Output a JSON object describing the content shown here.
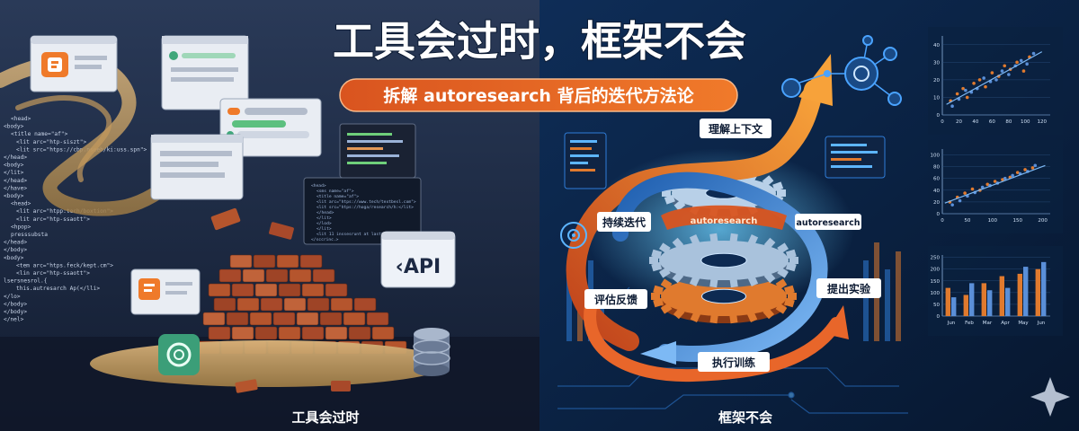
{
  "title": "工具会过时，框架不会",
  "subtitle": "拆解 autoresearch 背后的迭代方法论",
  "left_caption": "工具会过时",
  "right_caption": "框架不会",
  "api_badge": "API",
  "code_left": [
    "<head>",
    "<body>",
    "<title name=\"af\">",
    "<lit arc=\"htp-siszt\">",
    "<lit src=\"htps://cbp.nseeb/ki:uss.spn\">",
    "</head>",
    "<body>",
    "</lit>",
    "</head>",
    "</have>",
    "<body>",
    "<head>",
    "<lit arc=\"htpp:tech/boxtion\">",
    "<lit arc=\"htp-ssaott\">",
    "<hpop>",
    "presssubsta",
    "</head>",
    "</body>",
    "<body>",
    "<tem arc=\"htps.feck/kept.cm\">",
    "<lin arc=\"htp-ssaott\">",
    "lsersnesrol.{",
    "this.autresarch Ap(</lli>",
    "</lo>",
    "</body>",
    "</body>",
    "</nel>"
  ],
  "code_mid": [
    "<head>",
    "<sms name=\"af\">",
    "<title name=\"af\">",
    "<lit arc=\"htps://www.tech/textbesl.com\">",
    "<lit src=\"htps://hoga/research/h:</lit>",
    "</head>",
    "</lit>",
    "</lod>",
    "</lit>",
    "<lit 11 inssesrunt at lastt",
    "</sccrinc.>"
  ],
  "cycle_labels": {
    "understand": "理解上下文",
    "iterate": "持续迭代",
    "propose": "提出实验",
    "evaluate": "评估反馈",
    "execute": "执行训练",
    "ring_text": "autoresearch",
    "ring_tag": "autoresearch"
  },
  "charts": [
    {
      "type": "scatter",
      "x_ticks": [
        "0",
        "20",
        "40",
        "60",
        "80",
        "100",
        "120"
      ],
      "y_ticks": [
        "0",
        "10",
        "20",
        "30",
        "40"
      ],
      "xlim": [
        0,
        130
      ],
      "ylim": [
        0,
        45
      ],
      "series": [
        {
          "color": "#e07a2e",
          "points": [
            [
              10,
              8
            ],
            [
              18,
              12
            ],
            [
              25,
              15
            ],
            [
              30,
              10
            ],
            [
              38,
              18
            ],
            [
              45,
              20
            ],
            [
              52,
              16
            ],
            [
              60,
              24
            ],
            [
              68,
              22
            ],
            [
              75,
              28
            ],
            [
              82,
              26
            ],
            [
              90,
              30
            ],
            [
              98,
              25
            ],
            [
              105,
              33
            ]
          ]
        },
        {
          "color": "#5a8fd8",
          "points": [
            [
              12,
              5
            ],
            [
              20,
              9
            ],
            [
              28,
              14
            ],
            [
              35,
              13
            ],
            [
              42,
              15
            ],
            [
              50,
              21
            ],
            [
              58,
              19
            ],
            [
              65,
              20
            ],
            [
              72,
              25
            ],
            [
              80,
              23
            ],
            [
              88,
              28
            ],
            [
              95,
              31
            ],
            [
              102,
              29
            ],
            [
              110,
              35
            ]
          ]
        }
      ],
      "trend": [
        [
          5,
          6
        ],
        [
          120,
          36
        ]
      ]
    },
    {
      "type": "scatter",
      "x_ticks": [
        "0",
        "50",
        "100",
        "150",
        "200"
      ],
      "y_ticks": [
        "0",
        "20",
        "40",
        "60",
        "80",
        "100"
      ],
      "xlim": [
        0,
        215
      ],
      "ylim": [
        0,
        110
      ],
      "series": [
        {
          "color": "#e07a2e",
          "points": [
            [
              15,
              20
            ],
            [
              30,
              28
            ],
            [
              45,
              35
            ],
            [
              60,
              42
            ],
            [
              75,
              40
            ],
            [
              90,
              50
            ],
            [
              105,
              55
            ],
            [
              120,
              58
            ],
            [
              135,
              62
            ],
            [
              150,
              70
            ],
            [
              165,
              75
            ],
            [
              180,
              78
            ]
          ]
        },
        {
          "color": "#5a8fd8",
          "points": [
            [
              20,
              15
            ],
            [
              35,
              22
            ],
            [
              50,
              30
            ],
            [
              65,
              36
            ],
            [
              80,
              45
            ],
            [
              95,
              48
            ],
            [
              110,
              52
            ],
            [
              125,
              60
            ],
            [
              140,
              65
            ],
            [
              155,
              68
            ],
            [
              170,
              72
            ],
            [
              185,
              82
            ]
          ]
        }
      ],
      "trend": [
        [
          5,
          18
        ],
        [
          205,
          82
        ]
      ]
    },
    {
      "type": "bar",
      "categories": [
        "Jun",
        "Feb",
        "Mar",
        "Apr",
        "May",
        "Jun"
      ],
      "y_ticks": [
        "0",
        "50",
        "100",
        "150",
        "200",
        "250"
      ],
      "ylim": [
        0,
        260
      ],
      "series": [
        {
          "color": "#e07a2e",
          "values": [
            120,
            90,
            140,
            170,
            180,
            200
          ]
        },
        {
          "color": "#5a8fd8",
          "values": [
            80,
            140,
            110,
            120,
            210,
            230
          ]
        }
      ]
    }
  ],
  "colors": {
    "accent_orange": "#e8662a",
    "accent_blue": "#3b82d6",
    "bg_left": "#1d2a44",
    "bg_right": "#0d2a52"
  }
}
